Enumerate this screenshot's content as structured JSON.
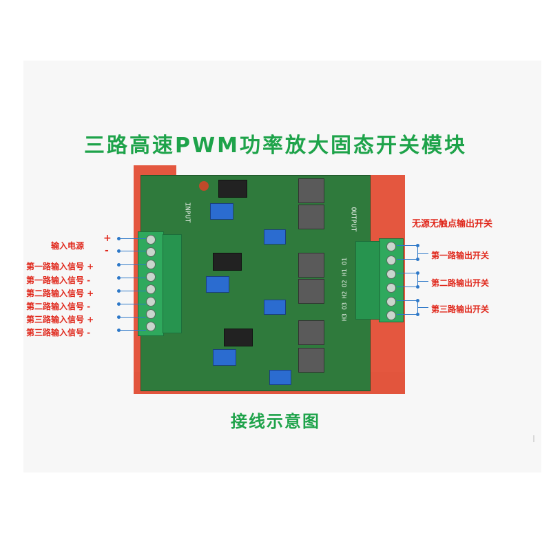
{
  "title": "三路高速PWM功率放大固态开关模块",
  "subtitle": "接线示意图",
  "left_labels": [
    {
      "text": "输入电源",
      "sign_plus": "+",
      "sign_minus": "-"
    },
    {
      "text": "第一路输入信号 +"
    },
    {
      "text": "第一路输入信号 -"
    },
    {
      "text": "第二路输入信号 +"
    },
    {
      "text": "第二路输入信号 -"
    },
    {
      "text": "第三路输入信号 +"
    },
    {
      "text": "第三路输入信号 -"
    }
  ],
  "right_header": "无源无触点输出开关",
  "right_labels": [
    {
      "text": "第一路输出开关"
    },
    {
      "text": "第二路输出开关"
    },
    {
      "text": "第三路输出开关"
    }
  ],
  "board_silk": {
    "input": "INPUT",
    "output": "OUTPUT",
    "out_pins": "H3 O3 H2 O2 H1 O1"
  },
  "colors": {
    "title": "#1ea34a",
    "labels": "#e0281c",
    "wires": "#2d78c8",
    "pcb": "#2f7a3c",
    "terminal": "#2fa95d"
  }
}
